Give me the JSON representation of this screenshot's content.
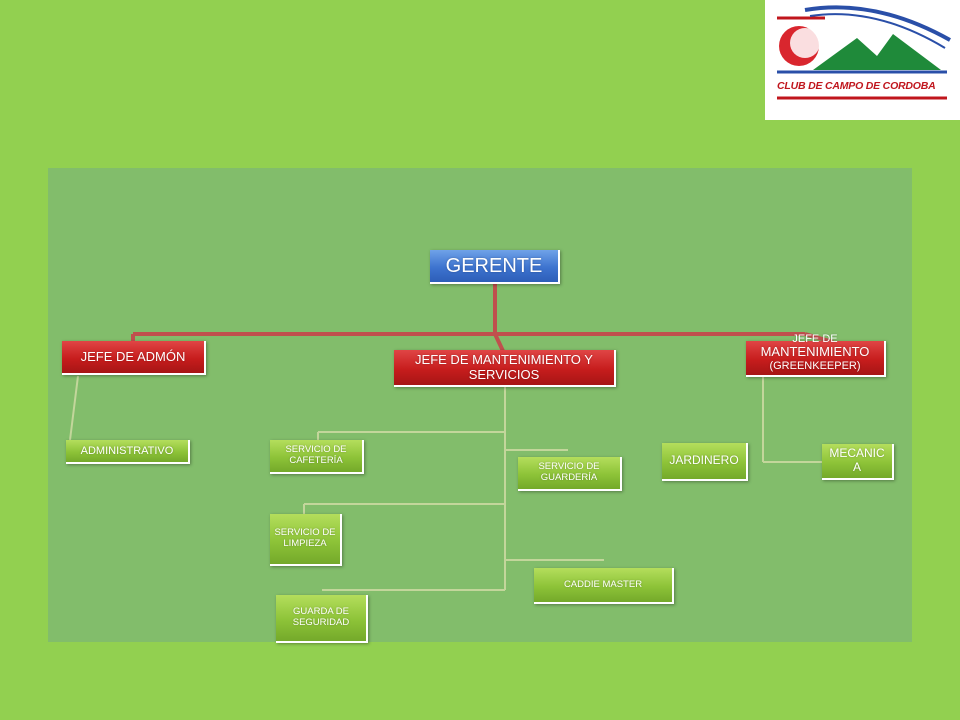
{
  "logo": {
    "text": "CLUB DE CAMPO DE CORDOBA",
    "colors": {
      "red": "#c0161d",
      "green": "#1f8a3a",
      "blue": "#2a4fa8"
    }
  },
  "org_chart": {
    "root": {
      "label": "GERENTE"
    },
    "managers": [
      {
        "id": "admon",
        "label": "JEFE DE ADMÓN"
      },
      {
        "id": "mant",
        "label": "JEFE DE MANTENIMIENTO Y SERVICIOS"
      },
      {
        "id": "green",
        "label": "JEFE DE MANTENIMIENTO (GREENKEEPER)",
        "label_line1": "JEFE DE",
        "label_line2": "MANTENIMIENTO",
        "label_line3": "(GREENKEEPER)"
      }
    ],
    "staff": {
      "administrativo": "ADMINISTRATIVO",
      "cafeteria": "SERVICIO DE CAFETERÍA",
      "guarderia": "SERVICIO DE GUARDERÍA",
      "limpieza": "SERVICIO DE LIMPIEZA",
      "caddie": "CADDIE MASTER",
      "seguridad": "GUARDA DE SEGURIDAD",
      "jardinero": "JARDINERO",
      "mecanica": "MECANIC A"
    },
    "colors": {
      "root": "#3d73cf",
      "manager": "#c71d1d",
      "staff": "#8dc338",
      "red_connector": "#c0504d",
      "green_connector": "#c3d69b",
      "background": "#92d050",
      "panel": "#82bd6b"
    }
  }
}
